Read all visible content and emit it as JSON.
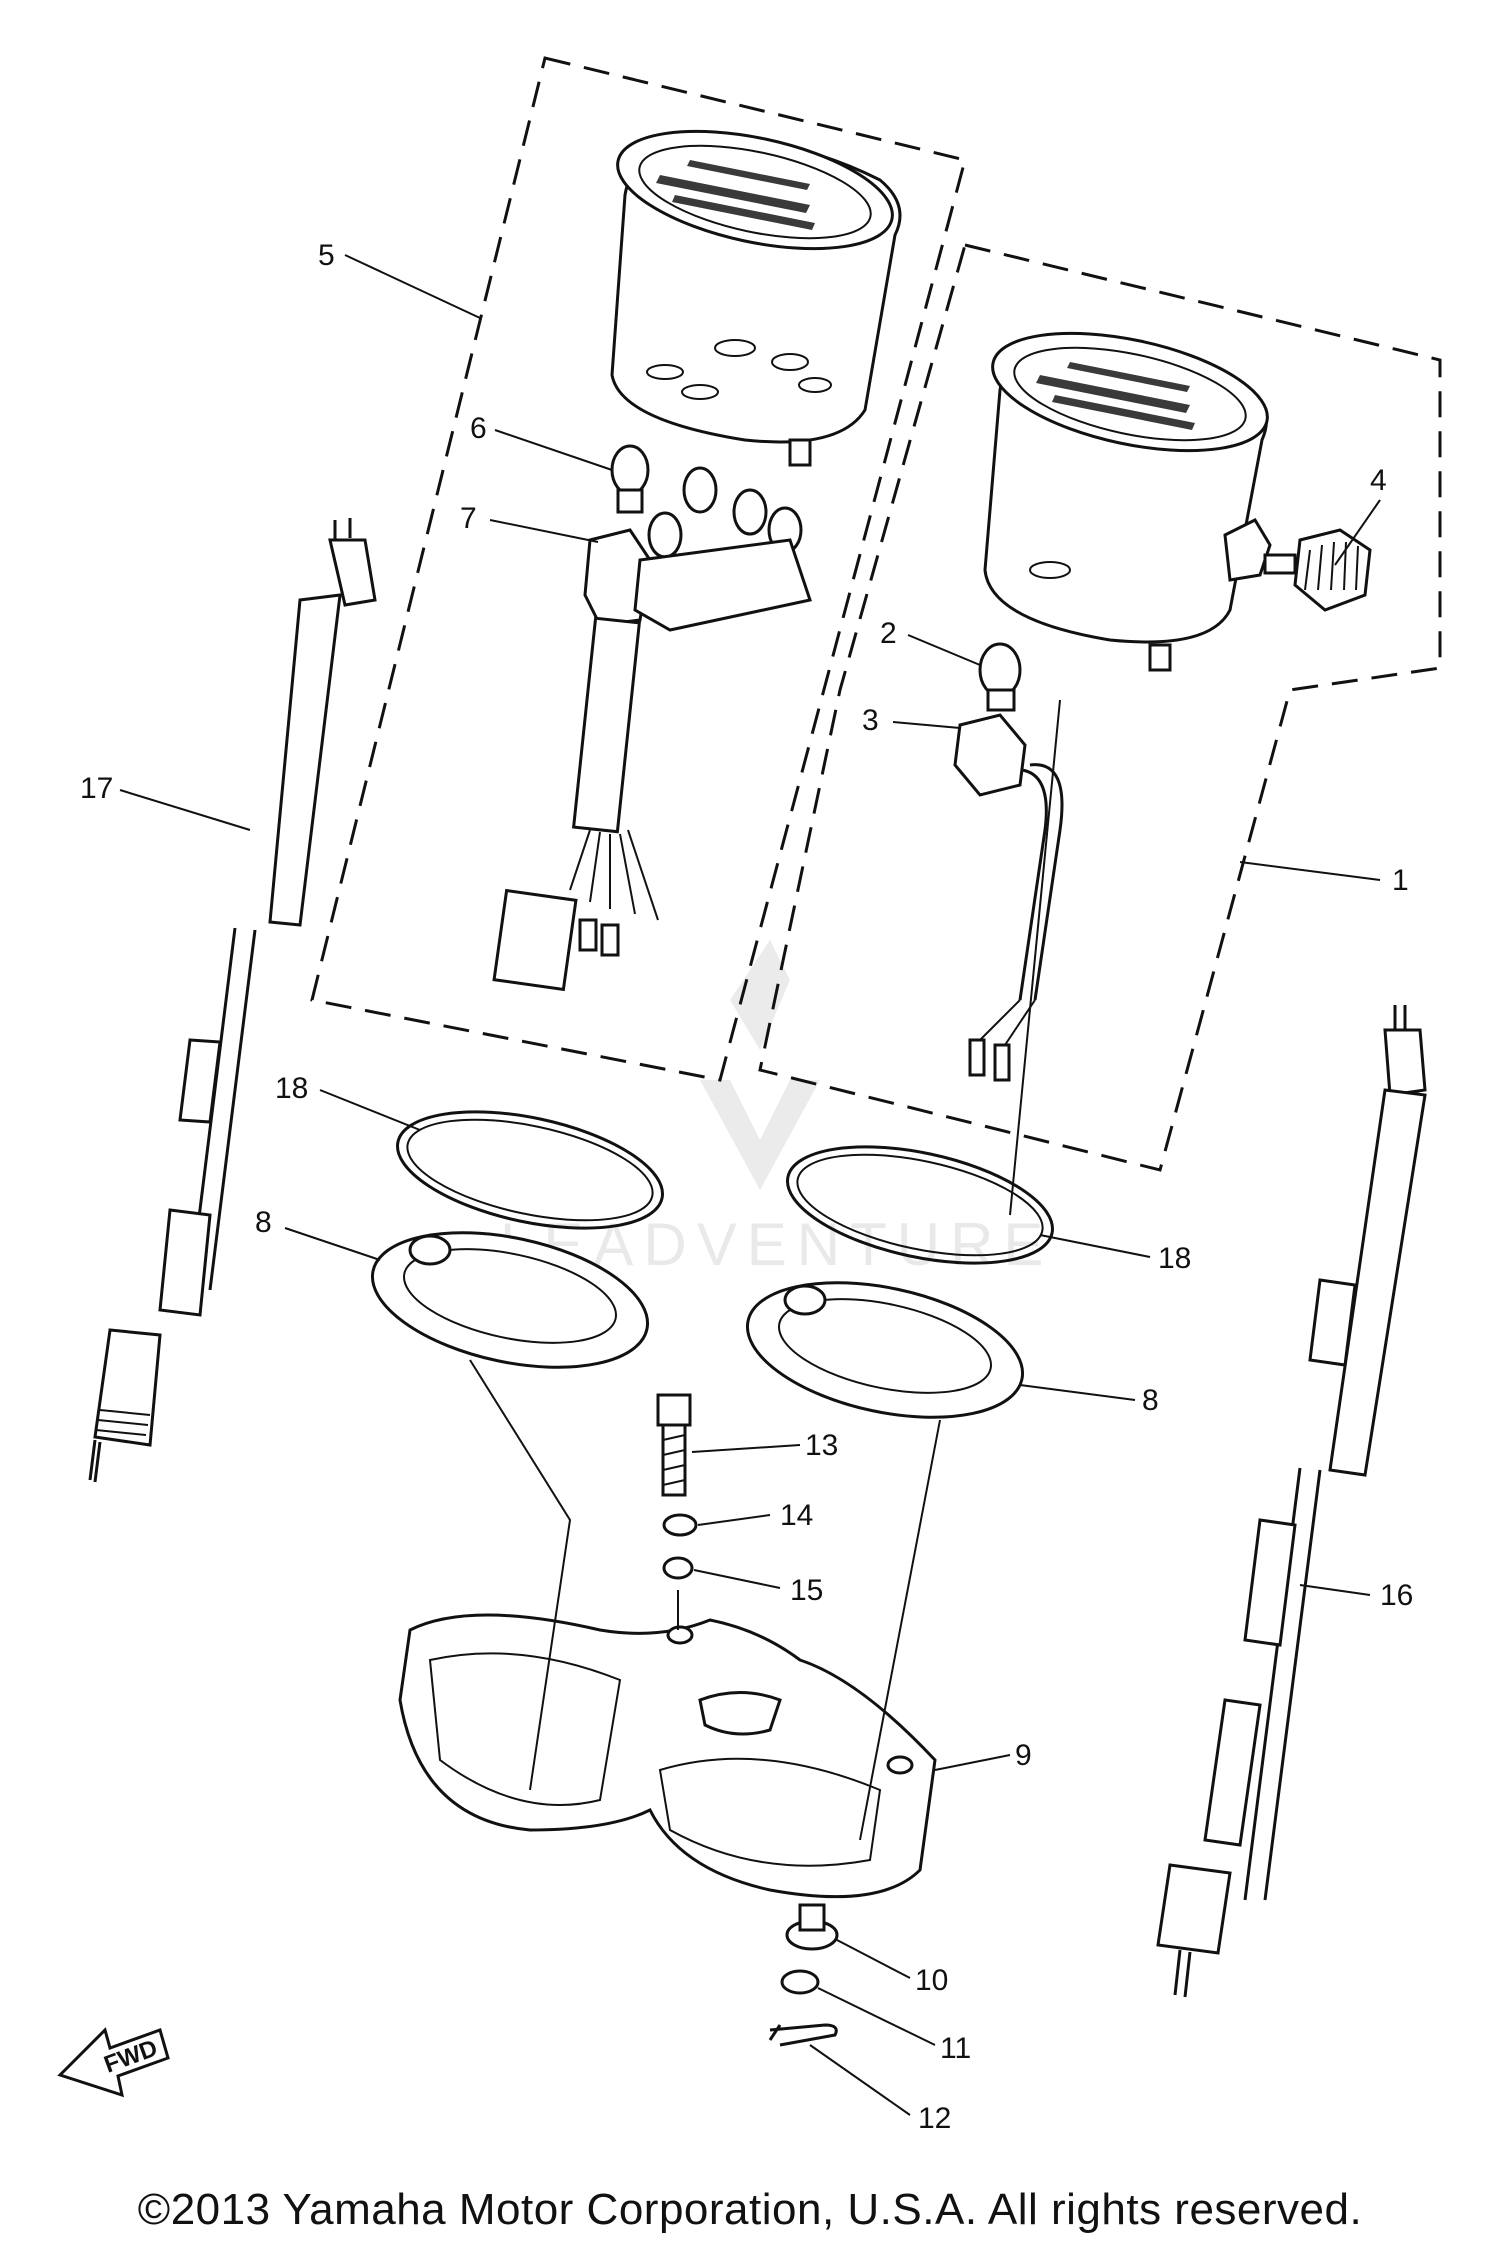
{
  "diagram": {
    "callouts": [
      {
        "id": "callout-1",
        "text": "1"
      },
      {
        "id": "callout-2",
        "text": "2"
      },
      {
        "id": "callout-3",
        "text": "3"
      },
      {
        "id": "callout-4",
        "text": "4"
      },
      {
        "id": "callout-5",
        "text": "5"
      },
      {
        "id": "callout-6",
        "text": "6"
      },
      {
        "id": "callout-7",
        "text": "7"
      },
      {
        "id": "callout-8a",
        "text": "8"
      },
      {
        "id": "callout-8b",
        "text": "8"
      },
      {
        "id": "callout-9",
        "text": "9"
      },
      {
        "id": "callout-10",
        "text": "10"
      },
      {
        "id": "callout-11",
        "text": "11"
      },
      {
        "id": "callout-12",
        "text": "12"
      },
      {
        "id": "callout-13",
        "text": "13"
      },
      {
        "id": "callout-14",
        "text": "14"
      },
      {
        "id": "callout-15",
        "text": "15"
      },
      {
        "id": "callout-16",
        "text": "16"
      },
      {
        "id": "callout-17",
        "text": "17"
      },
      {
        "id": "callout-18a",
        "text": "18"
      },
      {
        "id": "callout-18b",
        "text": "18"
      }
    ],
    "fwd_label": "FWD",
    "watermark": "LEADVENTURE"
  },
  "footer": {
    "copyright": "©2013 Yamaha Motor Corporation, U.S.A. All rights reserved."
  }
}
